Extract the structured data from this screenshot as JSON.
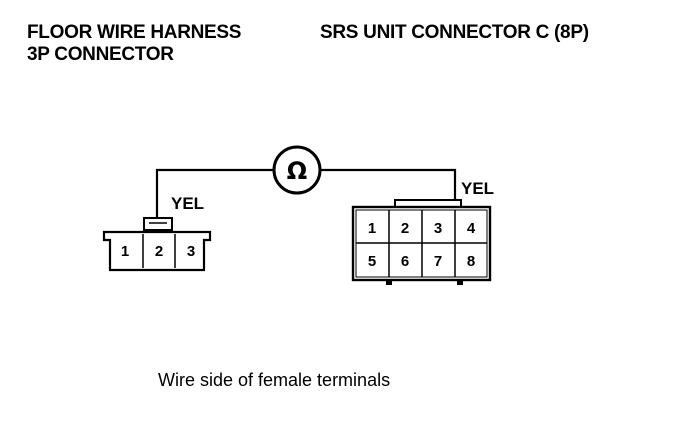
{
  "headings": {
    "floor_line1": "FLOOR WIRE HARNESS",
    "floor_line2": "3P CONNECTOR",
    "srs": "SRS UNIT CONNECTOR C (8P)"
  },
  "meter": {
    "symbol": "Ω"
  },
  "wires": {
    "left_label": "YEL",
    "right_label": "YEL"
  },
  "connector_3p": {
    "pins": [
      "1",
      "2",
      "3"
    ]
  },
  "connector_8p": {
    "row1": [
      "1",
      "2",
      "3",
      "4"
    ],
    "row2": [
      "5",
      "6",
      "7",
      "8"
    ]
  },
  "caption": "Wire side of female terminals"
}
